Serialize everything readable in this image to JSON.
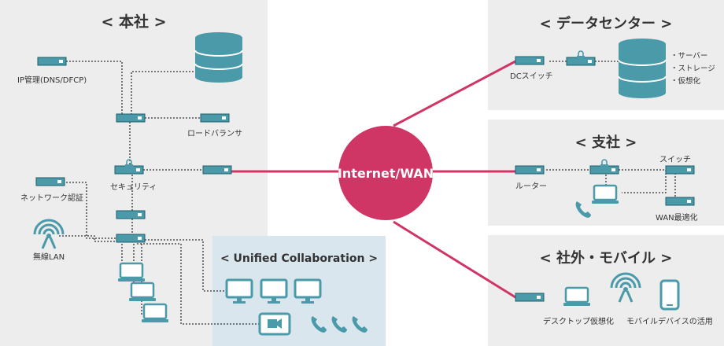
{
  "colors": {
    "panel": "#ededed",
    "accent": "#4a9aa9",
    "wan": "#cf3565",
    "uc_panel": "#d9e6ee",
    "dotted": "#333333"
  },
  "wan_label": "Internet/WAN",
  "hq": {
    "title": "< 本社 >",
    "ip_label": "IP管理(DNS/DFCP)",
    "loadbalancer_label": "ロードバランサ",
    "security_label": "セキュリティ",
    "nac_label": "ネットワーク認証",
    "wlan_label": "無線LAN"
  },
  "uc": {
    "title": "< Unified Collaboration >"
  },
  "dc": {
    "title": "< データセンター >",
    "switch_label": "DCスイッチ",
    "services": [
      "・サーバー",
      "・ストレージ",
      "・仮想化"
    ]
  },
  "branch": {
    "title": "< 支社 >",
    "router_label": "ルーター",
    "switch_label": "スイッチ",
    "wanopt_label": "WAN最適化"
  },
  "mobile": {
    "title": "< 社外・モバイル >",
    "desktop_label": "デスクトップ仮想化",
    "device_label": "モバイルデバイスの活用"
  },
  "icons": [
    "server-icon",
    "switch-icon",
    "lock-icon",
    "laptop-icon",
    "monitor-icon",
    "phone-icon",
    "wifi-icon",
    "camera-icon",
    "smartphone-icon"
  ]
}
